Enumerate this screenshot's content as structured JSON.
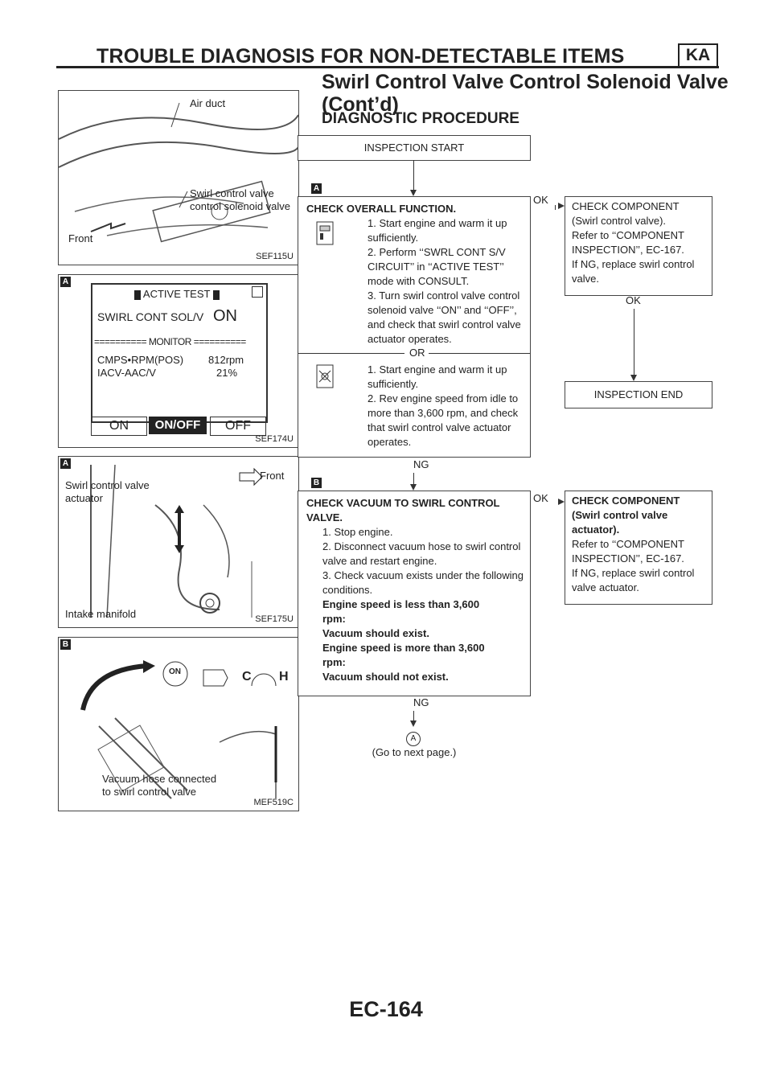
{
  "header": {
    "title": "TROUBLE DIAGNOSIS FOR NON-DETECTABLE ITEMS",
    "badge": "KA"
  },
  "section": {
    "title_line1": "Swirl Control Valve Control Solenoid Valve",
    "title_line2": "(Cont’d)",
    "subtitle": "DIAGNOSTIC PROCEDURE"
  },
  "figures": {
    "fig1": {
      "code": "SEF115U",
      "labels": [
        "Air duct",
        "Swirl control valve",
        "control solenoid valve",
        "Front"
      ]
    },
    "fig2": {
      "code": "SEF174U",
      "title": "ACTIVE TEST",
      "item": "SWIRL CONT SOL/V",
      "item_value": "ON",
      "monitor": "========== MONITOR ==========",
      "rows": [
        {
          "name": "CMPS•RPM(POS)",
          "value": "812rpm"
        },
        {
          "name": "IACV-AAC/V",
          "value": "21%"
        }
      ],
      "buttons": [
        "ON",
        "ON/OFF",
        "OFF"
      ]
    },
    "fig3": {
      "code": "SEF175U",
      "labels": [
        "Swirl control valve",
        "actuator",
        "Front",
        "Intake manifold"
      ]
    },
    "fig4": {
      "code": "MEF519C",
      "labels": [
        "Vacuum hose connected",
        "to swirl control valve",
        "ON",
        "C",
        "H"
      ]
    }
  },
  "refs": {
    "a": "A",
    "b": "B"
  },
  "flow": {
    "start": "INSPECTION START",
    "check1": {
      "title": "CHECK OVERALL FUNCTION.",
      "stepsA": [
        "1. Start engine and warm it up sufficiently.",
        "2. Perform ‘‘SWRL CONT S/V CIRCUIT’’ in ‘‘ACTIVE TEST’’ mode with CONSULT.",
        "3. Turn swirl control valve control solenoid valve ‘‘ON’’ and ‘‘OFF’’, and check that swirl control valve actuator operates."
      ],
      "or": "OR",
      "stepsB": [
        "1. Start engine and warm it up sufficiently.",
        "2. Rev engine speed from idle to more than 3,600 rpm, and check that swirl control valve actuator operates."
      ]
    },
    "comp1": {
      "lines": [
        "CHECK COMPONENT",
        "(Swirl control valve).",
        "Refer to ‘‘COMPONENT",
        "INSPECTION’’, EC-167.",
        "If NG, replace swirl control",
        "valve."
      ]
    },
    "end": "INSPECTION END",
    "check2": {
      "title": "CHECK VACUUM TO SWIRL CONTROL VALVE.",
      "steps": [
        "1. Stop engine.",
        "2. Disconnect vacuum hose to swirl control valve and restart engine.",
        "3. Check vacuum exists under the following conditions."
      ],
      "conditions": [
        "Engine speed is less than 3,600 rpm:",
        "Vacuum should exist.",
        "Engine speed is more than 3,600 rpm:",
        "Vacuum should not exist."
      ]
    },
    "comp2": {
      "title": "CHECK COMPONENT (Swirl control valve actuator).",
      "lines": [
        "Refer to ‘‘COMPONENT",
        "INSPECTION’’, EC-167.",
        "If NG, replace swirl control",
        "valve actuator."
      ]
    },
    "ok": "OK",
    "ng": "NG",
    "connector": "A",
    "next": "(Go to next page.)"
  },
  "footer": {
    "page": "EC-164"
  }
}
